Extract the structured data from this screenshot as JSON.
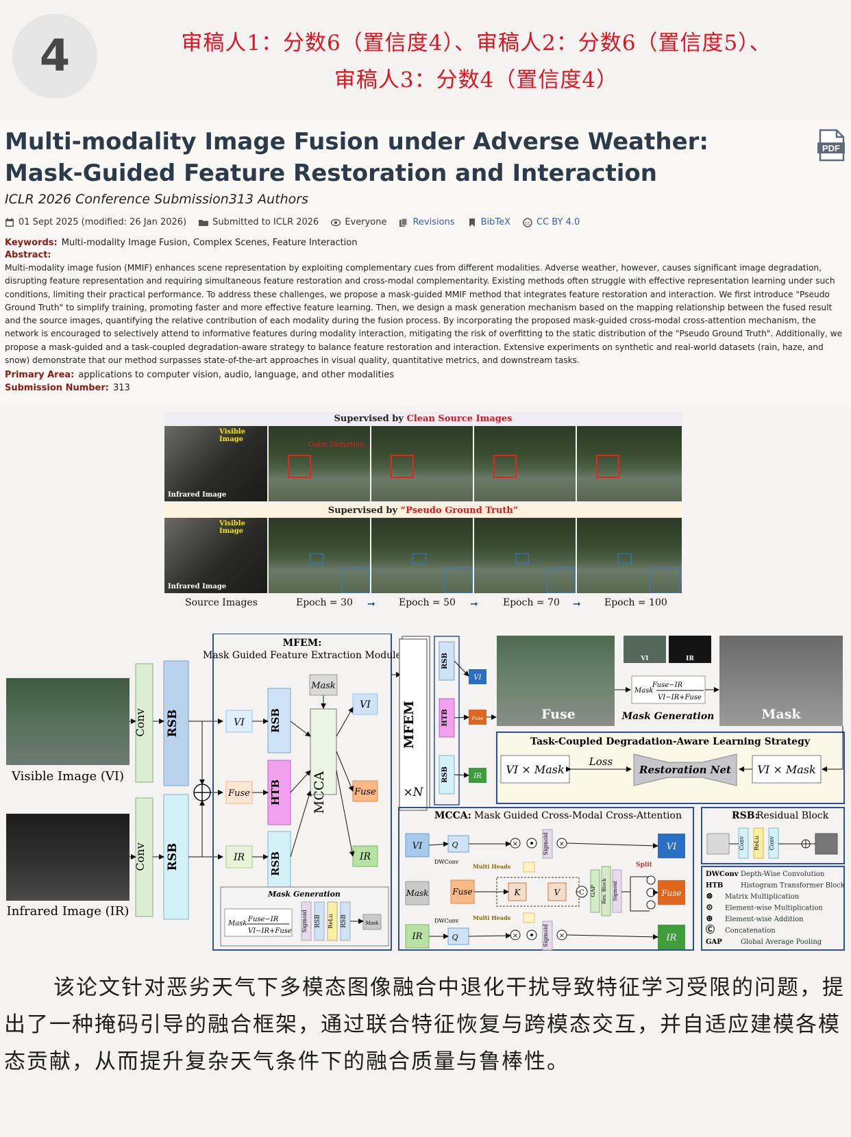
{
  "post": {
    "number": "4",
    "review_line_1": "审稿人1：分数6（置信度4）、审稿人2：分数6（置信度5）、",
    "review_line_2": "审稿人3：分数4（置信度4）",
    "summary": "该论文针对恶劣天气下多模态图像融合中退化干扰导致特征学习受限的问题，提出了一种掩码引导的融合框架，通过联合特征恢复与跨模态交互，并自适应建模各模态贡献，从而提升复杂天气条件下的融合质量与鲁棒性。"
  },
  "paper": {
    "title": "Multi-modality Image Fusion under Adverse Weather: Mask-Guided Feature Restoration and Interaction",
    "authors": "ICLR 2026 Conference Submission313 Authors",
    "meta": {
      "date": "01 Sept 2025 (modified: 26 Jan 2026)",
      "venue": "Submitted to ICLR 2026",
      "readers": "Everyone",
      "revisions": "Revisions",
      "bibtex": "BibTeX",
      "license": "CC BY 4.0"
    },
    "keywords_label": "Keywords:",
    "keywords": "Multi-modality Image Fusion, Complex Scenes, Feature Interaction",
    "abstract_label": "Abstract:",
    "abstract": "Multi-modality image fusion (MMIF) enhances scene representation by exploiting complementary cues from different modalities. Adverse weather, however, causes significant image degradation, disrupting feature representation and requiring simultaneous feature restoration and cross-modal complementarity. Existing methods often struggle with effective representation learning under such conditions, limiting their practical performance. To address these challenges, we propose a mask-guided MMIF method that integrates feature restoration and interaction. We first introduce \"Pseudo Ground Truth\" to simplify training, promoting faster and more effective feature learning. Then, we design a mask generation mechanism based on the mapping relationship between the fused result and the source images, quantifying the relative contribution of each modality during the fusion process. By incorporating the proposed mask-guided cross-modal cross-attention mechanism, the network is encouraged to selectively attend to informative features during modality interaction, mitigating the risk of overfitting to the static distribution of the \"Pseudo Ground Truth\". Additionally, we propose a mask-guided and a task-coupled degradation-aware strategy to balance feature restoration and interaction. Extensive experiments on synthetic and real-world datasets (rain, haze, and snow) demonstrate that our method surpasses state-of-the-art approaches in visual quality, quantitative metrics, and downstream tasks.",
    "primary_area_label": "Primary Area:",
    "primary_area": "applications to computer vision, audio, language, and other modalities",
    "submission_number_label": "Submission Number:",
    "submission_number": "313"
  },
  "figure1": {
    "band1_prefix": "Supervised by ",
    "band1_highlight": "Clean Source Images",
    "band2_prefix": "Supervised by ",
    "band2_highlight": "“Pseudo Ground Truth”",
    "visible_label": "Visible Image",
    "infrared_label": "Infrared Image",
    "color_distortion": "Color Distortion",
    "captions": [
      "Source Images",
      "Epoch = 30",
      "Epoch = 50",
      "Epoch = 70",
      "Epoch = 100"
    ]
  },
  "figure2": {
    "visible_label": "Visible Image (VI)",
    "infrared_label": "Infrared Image (IR)",
    "conv": "Conv",
    "rsb": "RSB",
    "htb": "HTB",
    "mcca": "MCCA",
    "mfem": "MFEM",
    "times_n": "×N",
    "mask": "Mask",
    "vi": "VI",
    "ir": "IR",
    "fuse": "Fuse",
    "mfem_title": "MFEM:",
    "mfem_subtitle": "Mask Guided Feature Extraction Module",
    "mask_generation": "Mask Generation",
    "mask_formula_lhs": "Mask",
    "mask_formula_num": "Fuse−IR",
    "mask_formula_den": "VI−IR+Fuse",
    "sigmoid": "Sigmoid",
    "relu": "ReLu",
    "strategy_title": "Task-Coupled Degradation-Aware Learning Strategy",
    "vi_x_mask": "VI × Mask",
    "loss": "Loss",
    "restoration_net": "Restoration Net",
    "mcca_title": "MCCA:",
    "mcca_subtitle": "Mask Guided Cross-Modal Cross-Attention",
    "dwconv": "DWConv",
    "multi_heads": "Multi Heads",
    "k": "K",
    "v": "V",
    "q_vi": "Q",
    "q_ir": "Q",
    "gap": "GAP",
    "res_block": "Res. Block",
    "split": "Split",
    "rsb_title": "RSB:",
    "rsb_subtitle": "Residual Block",
    "legend": [
      {
        "sym": "DWConv",
        "text": "Depth-Wise Convolution"
      },
      {
        "sym": "HTB",
        "text": "Histogram Transformer Block"
      },
      {
        "sym": "⊗",
        "text": "Matrix Multiplication"
      },
      {
        "sym": "⊙",
        "text": "Element-wise Multiplication"
      },
      {
        "sym": "⊕",
        "text": "Element-wise Addition"
      },
      {
        "sym": "Ⓒ",
        "text": "Concatenation"
      },
      {
        "sym": "GAP",
        "text": "Global Average Pooling"
      }
    ]
  },
  "colors": {
    "review_red": "#e0141f",
    "title_navy": "#2c3b49",
    "label_maroon": "#8c1b13",
    "link_blue": "#3b5bb3"
  },
  "icons": [
    "calendar-icon",
    "folder-icon",
    "eye-icon",
    "revisions-icon",
    "bookmark-icon",
    "cc-icon",
    "pdf-icon"
  ]
}
